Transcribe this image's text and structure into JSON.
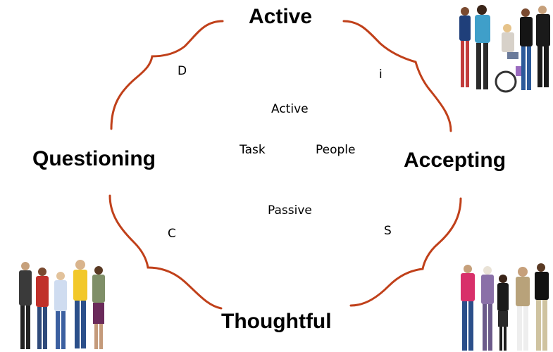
{
  "labels": {
    "top": "Active",
    "left": "Questioning",
    "right": "Accepting",
    "bottom": "Thoughtful"
  },
  "quadrants": {
    "top_left": "D",
    "top_right": "i",
    "bottom_left": "C",
    "bottom_right": "S"
  },
  "center": {
    "top": "Active",
    "left": "Task",
    "right": "People",
    "bottom": "Passive"
  },
  "colors": {
    "bracket": "#C0401A",
    "text": "#000000"
  },
  "images": {
    "top_right": "group-of-people",
    "bottom_left": "group-of-people",
    "bottom_right": "group-of-people"
  }
}
